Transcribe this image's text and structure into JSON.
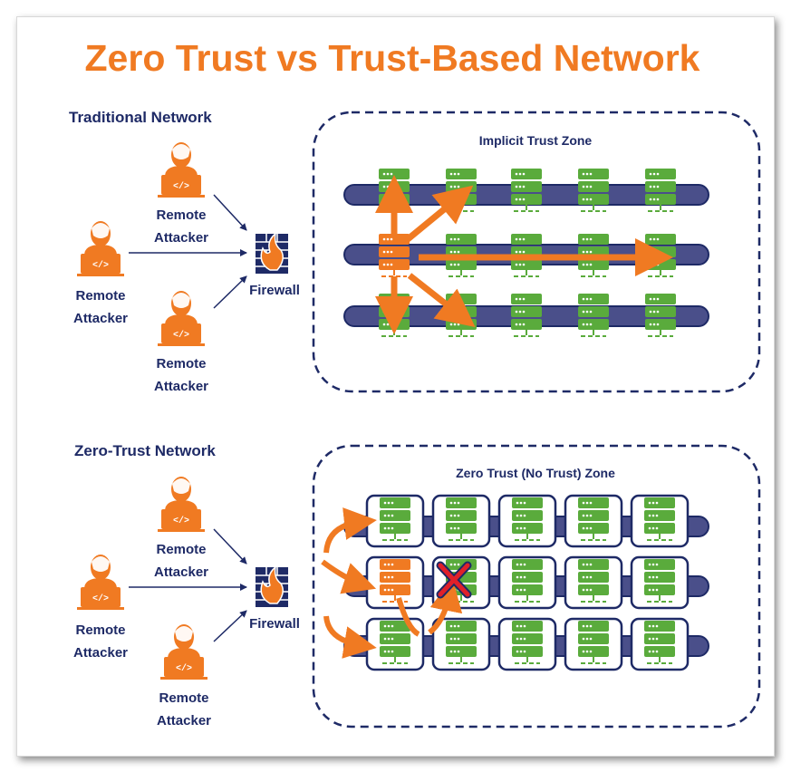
{
  "title": "Zero Trust vs Trust-Based Network",
  "traditional": {
    "heading": "Traditional Network",
    "zone_label": "Implicit Trust Zone",
    "firewall_label": "Firewall",
    "attackers": [
      {
        "line1": "Remote",
        "line2": "Attacker"
      },
      {
        "line1": "Remote",
        "line2": "Attacker"
      },
      {
        "line1": "Remote",
        "line2": "Attacker"
      }
    ]
  },
  "zero_trust": {
    "heading": "Zero-Trust Network",
    "zone_label": "Zero Trust (No Trust) Zone",
    "firewall_label": "Firewall",
    "attackers": [
      {
        "line1": "Remote",
        "line2": "Attacker"
      },
      {
        "line1": "Remote",
        "line2": "Attacker"
      },
      {
        "line1": "Remote",
        "line2": "Attacker"
      }
    ]
  },
  "colors": {
    "accent": "#f07a22",
    "navy": "#1e2a66",
    "server_green": "#5aab3c",
    "pipe": "#4a4f8a",
    "blocked": "#e0202a"
  },
  "icons": [
    "person-laptop-icon",
    "firewall-icon",
    "server-rack-icon",
    "pipe-icon",
    "blocked-x-icon"
  ]
}
